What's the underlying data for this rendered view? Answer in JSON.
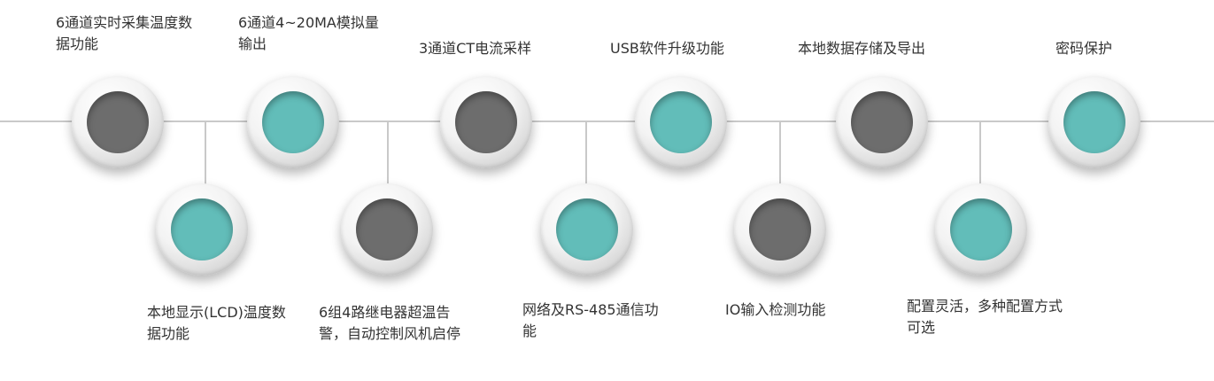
{
  "colors": {
    "teal": "#62bdb9",
    "gray": "#6d6d6d",
    "line": "#c9c9c9",
    "text": "#333333"
  },
  "top_nodes": [
    {
      "label": "6通道实时采集温度数据功能",
      "color": "gray"
    },
    {
      "label": "6通道4~20MA模拟量输出",
      "color": "teal"
    },
    {
      "label": "3通道CT电流采样",
      "color": "gray"
    },
    {
      "label": "USB软件升级功能",
      "color": "teal"
    },
    {
      "label": "本地数据存储及导出",
      "color": "gray"
    },
    {
      "label": "密码保护",
      "color": "teal"
    }
  ],
  "bottom_nodes": [
    {
      "label": "本地显示(LCD)温度数据功能",
      "color": "teal"
    },
    {
      "label": "6组4路继电器超温告警，自动控制风机启停",
      "color": "gray"
    },
    {
      "label": "网络及RS-485通信功能",
      "color": "teal"
    },
    {
      "label": "IO输入检测功能",
      "color": "gray"
    },
    {
      "label": "配置灵活，多种配置方式可选",
      "color": "teal"
    }
  ]
}
